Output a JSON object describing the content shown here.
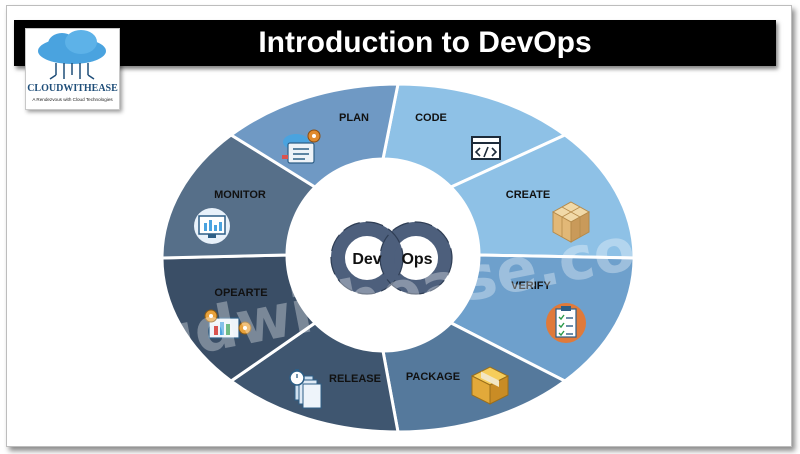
{
  "title": "Introduction to DevOps",
  "logo": {
    "name": "CLOUDWITHEASE",
    "tagline": "A Rendezvous with Cloud Technologies"
  },
  "watermark": "cloudwithease.com",
  "hub": {
    "left": "Dev",
    "right": "Ops"
  },
  "phases": [
    {
      "label": "PLAN",
      "icon": "plan-gear-icon",
      "color": "#8ec1e6"
    },
    {
      "label": "CODE",
      "icon": "code-window-icon",
      "color": "#8ec1e6"
    },
    {
      "label": "CREATE",
      "icon": "cube-icon",
      "color": "#6ea0cc"
    },
    {
      "label": "VERIFY",
      "icon": "clipboard-checklist-icon",
      "color": "#55799c"
    },
    {
      "label": "PACKAGE",
      "icon": "package-box-icon",
      "color": "#3f5670"
    },
    {
      "label": "RELEASE",
      "icon": "release-stopwatch-icon",
      "color": "#3a4e66"
    },
    {
      "label": "OPEARTE",
      "icon": "operate-gear-icon",
      "color": "#566f89"
    },
    {
      "label": "MONITOR",
      "icon": "monitor-icon",
      "color": "#6f99c4"
    }
  ],
  "colors": {
    "title_bar": "#000000",
    "title_text": "#ffffff",
    "segment_stroke": "#ffffff"
  }
}
